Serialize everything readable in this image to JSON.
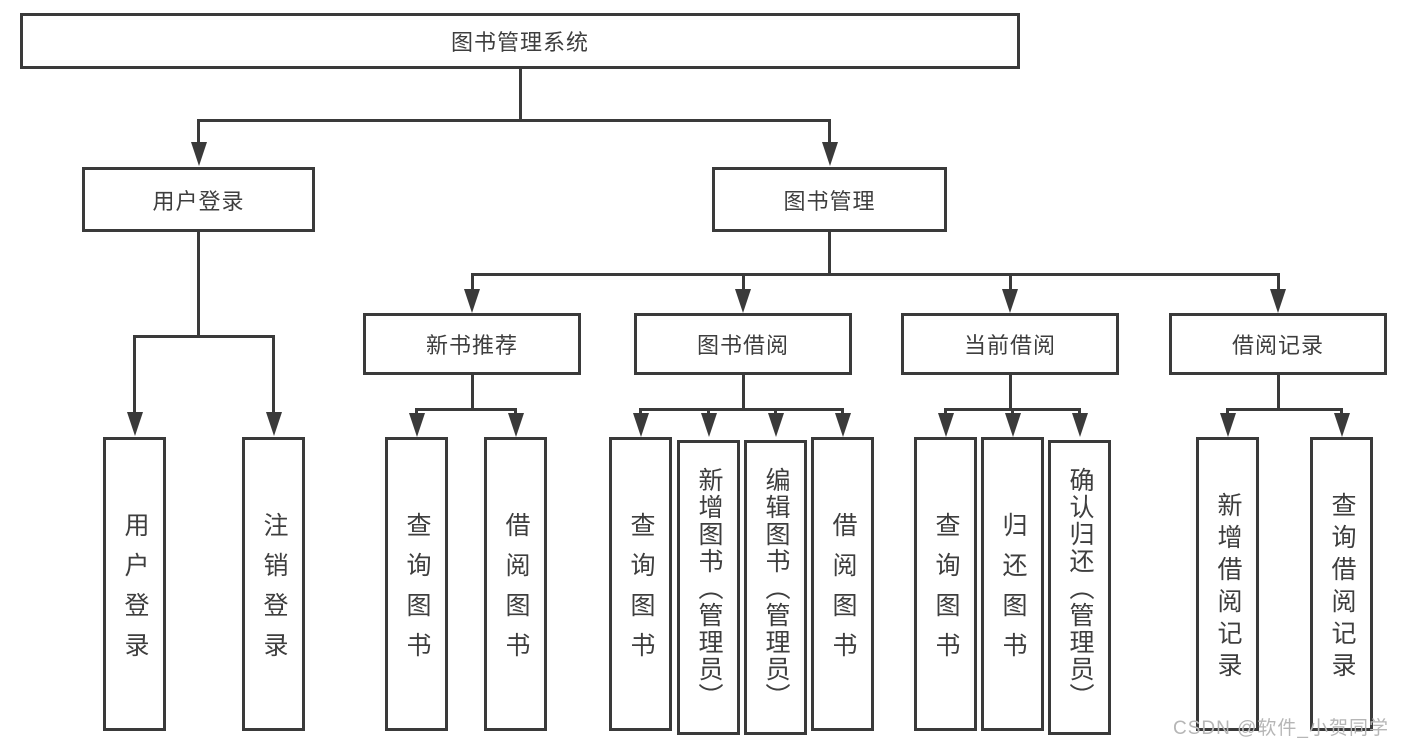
{
  "root": {
    "label": "图书管理系统"
  },
  "level2": {
    "user_login": {
      "label": "用户登录"
    },
    "book_mgmt": {
      "label": "图书管理"
    }
  },
  "level3": {
    "new_books": {
      "label": "新书推荐"
    },
    "book_borrow": {
      "label": "图书借阅"
    },
    "current_borrow": {
      "label": "当前借阅"
    },
    "borrow_records": {
      "label": "借阅记录"
    }
  },
  "leaves": [
    {
      "label": "用户登录"
    },
    {
      "label": "注销登录"
    },
    {
      "label": "查询图书"
    },
    {
      "label": "借阅图书"
    },
    {
      "label": "查询图书"
    },
    {
      "label": "新增图书（管理员）"
    },
    {
      "label": "编辑图书（管理员）"
    },
    {
      "label": "借阅图书"
    },
    {
      "label": "查询图书"
    },
    {
      "label": "归还图书"
    },
    {
      "label": "确认归还（管理员）"
    },
    {
      "label": "新增借阅记录"
    },
    {
      "label": "查询借阅记录"
    }
  ],
  "watermark": {
    "label": "CSDN @软件_小贺同学"
  },
  "colors": {
    "line": "#3a3a3a",
    "text": "#3e3e3e",
    "watermark": "#b6b6b6",
    "background": "#ffffff"
  }
}
